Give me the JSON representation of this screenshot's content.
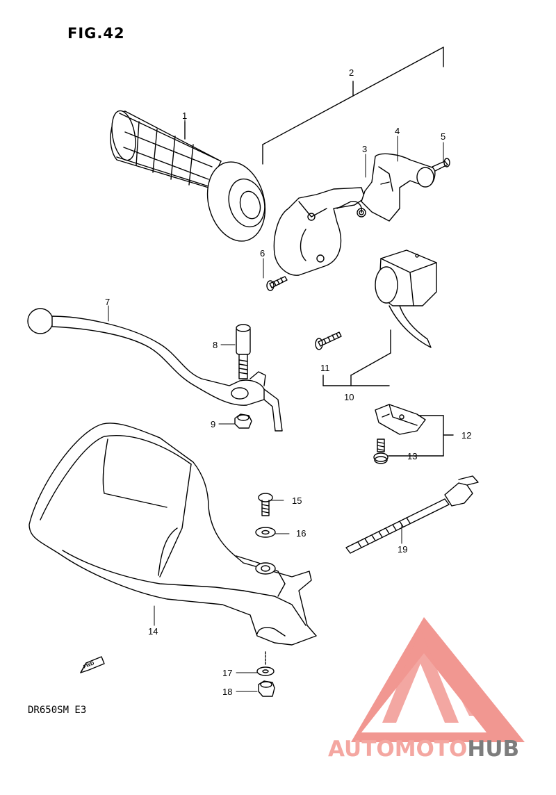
{
  "figure_label": "FIG.42",
  "model_code": "DR650SM E3",
  "callouts": [
    "1",
    "2",
    "3",
    "4",
    "5",
    "6",
    "7",
    "8",
    "9",
    "10",
    "11",
    "12",
    "13",
    "14",
    "15",
    "16",
    "17",
    "18",
    "19"
  ],
  "fwd_marker": "FWD",
  "watermark": {
    "text_accent": "AUTOMOTO",
    "text_dark": "HUB",
    "accent_color": "#f4a7a1",
    "dark_color": "#7d7d7d",
    "logo_color": "#f08c86"
  }
}
